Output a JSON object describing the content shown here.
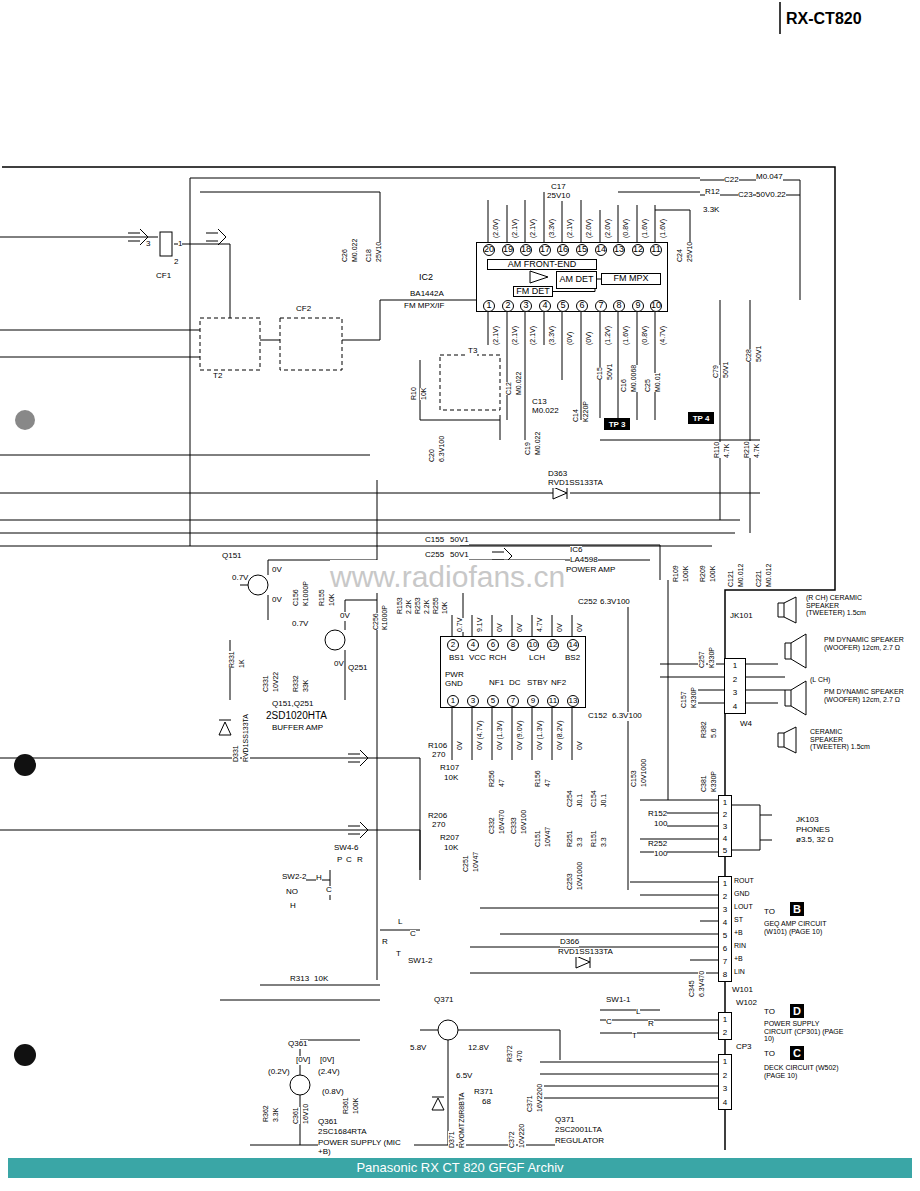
{
  "diagram": {
    "caption": "Panasonic RX CT 820 GFGF Archiv",
    "nodes": [
      {
        "text": [
          "IC2"
        ]
      },
      {
        "text": [
          "AM FRONT-END"
        ],
        "in": 0
      },
      {
        "text": [
          "FM MPX"
        ],
        "in": 0
      },
      {
        "text": [
          "AM DET"
        ],
        "in": 0
      },
      {
        "text": [
          "FM DET"
        ],
        "in": 0
      },
      {
        "text": [
          "20"
        ],
        "in": 0
      },
      {
        "text": [
          "19"
        ],
        "in": 0
      },
      {
        "text": [
          "18"
        ],
        "in": 0
      },
      {
        "text": [
          "17"
        ],
        "in": 0
      },
      {
        "text": [
          "16"
        ],
        "in": 0
      },
      {
        "text": [
          "15"
        ],
        "in": 0
      },
      {
        "text": [
          "14"
        ],
        "in": 0
      },
      {
        "text": [
          "13"
        ],
        "in": 0
      },
      {
        "text": [
          "12"
        ],
        "in": 0
      },
      {
        "text": [
          "11"
        ],
        "in": 0
      },
      {
        "text": [
          "1"
        ],
        "in": 0
      },
      {
        "text": [
          "2"
        ],
        "in": 0
      },
      {
        "text": [
          "3"
        ],
        "in": 0
      },
      {
        "text": [
          "4"
        ],
        "in": 0
      },
      {
        "text": [
          "5"
        ],
        "in": 0
      },
      {
        "text": [
          "6"
        ],
        "in": 0
      },
      {
        "text": [
          "7"
        ],
        "in": 0
      },
      {
        "text": [
          "8"
        ],
        "in": 0
      },
      {
        "text": [
          "9"
        ],
        "in": 0
      },
      {
        "text": [
          "10"
        ],
        "in": 0
      },
      {
        "text": [
          "BS1",
          "VCC",
          "RCH",
          "LCH",
          "BS2",
          "PWR GND",
          "NF1",
          "DC",
          "STBY",
          "NF2"
        ]
      },
      {
        "text": [
          "2"
        ],
        "in": 25
      },
      {
        "text": [
          "4"
        ],
        "in": 25
      },
      {
        "text": [
          "6"
        ],
        "in": 25
      },
      {
        "text": [
          "8"
        ],
        "in": 25
      },
      {
        "text": [
          "10"
        ],
        "in": 25
      },
      {
        "text": [
          "12"
        ],
        "in": 25
      },
      {
        "text": [
          "14"
        ],
        "in": 25
      },
      {
        "text": [
          "1"
        ],
        "in": 25
      },
      {
        "text": [
          "3"
        ],
        "in": 25
      },
      {
        "text": [
          "5"
        ],
        "in": 25
      },
      {
        "text": [
          "7"
        ],
        "in": 25
      },
      {
        "text": [
          "9"
        ],
        "in": 25
      },
      {
        "text": [
          "11"
        ],
        "in": 25
      },
      {
        "text": [
          "13"
        ],
        "in": 25
      },
      {
        "text": [
          "TP 3"
        ]
      },
      {
        "text": [
          "TP 4"
        ]
      },
      {
        "text": [
          "B"
        ]
      },
      {
        "text": [
          "D"
        ]
      },
      {
        "text": [
          "C"
        ]
      },
      {
        "text": [
          "1",
          "2",
          "3",
          "4"
        ]
      },
      {
        "text": [
          "1",
          "2",
          "3",
          "4",
          "5"
        ]
      },
      {
        "text": [
          "1",
          "2",
          "3",
          "4",
          "5",
          "6",
          "7",
          "8"
        ]
      },
      {
        "text": [
          "1",
          "2"
        ]
      },
      {
        "text": [
          "1",
          "2",
          "3",
          "4"
        ]
      }
    ],
    "edges": [
      {
        "from": 4,
        "to": 2,
        "arrow": "none"
      }
    ],
    "labels": [
      "RX-CT820",
      "CF1",
      "3",
      "1",
      "2",
      "T2",
      "CF2",
      "R12",
      "3.3K",
      "C22",
      "M0.047",
      "C23",
      "50V0.22",
      "C17",
      "25V10",
      "C26",
      "M0.022",
      "C18",
      "25V10",
      "C24",
      "25V10",
      "(2.0V)",
      "(2.1V)",
      "(2.1V)",
      "(3.3V)",
      "(2.1V)",
      "(2.0V)",
      "(2.0V)",
      "(0.8V)",
      "(1.6V)",
      "(1.6V)",
      "(2.1V)",
      "(2.1V)",
      "(2.1V)",
      "(3.3V)",
      "(0V)",
      "(0V)",
      "(1.2V)",
      "(1.6V)",
      "(0.8V)",
      "(4.7V)",
      "BA1442A",
      "FM MPX/IF",
      "T3",
      "R10",
      "10K",
      "C20",
      "6.3V100",
      "C12",
      "M0.022",
      "C13",
      "M0.022",
      "C19",
      "M0.022",
      "C15",
      "50V1",
      "C14",
      "K220P",
      "C16",
      "M0.0068",
      "C25",
      "M0.01",
      "C79",
      "50V1",
      "C28",
      "50V1",
      "R110",
      "4.7K",
      "R210",
      "4.7K",
      "D363",
      "RVD1SS133TA",
      "IC6",
      "LA4598",
      "POWER AMP",
      "C155",
      "50V1",
      "C255",
      "50V1",
      "R109",
      "100K",
      "R209",
      "100K",
      "C121",
      "M0.012",
      "C221",
      "M0.012",
      "Q151",
      "0.7V",
      "0V",
      "0V",
      "C156",
      "K1000P",
      "R155",
      "10K",
      "0V",
      "0.7V",
      "C256",
      "K1000P",
      "R153",
      "2.2K",
      "R253",
      "2.2K",
      "R255",
      "10K",
      "0V",
      "C331",
      "10V22",
      "R332",
      "33K",
      "Q251",
      "R331",
      "1K",
      "Q151,Q251",
      "2SD1020HTA",
      "BUFFER AMP",
      "D331",
      "RVD1SS133TA",
      "C252",
      "6.3V100",
      "0.7V",
      "9.1V",
      "0V",
      "0V",
      "4.7V",
      "0V",
      "0V",
      "0V",
      "0V (4.7V)",
      "0V (1.3V)",
      "0V (9.0V)",
      "0V (1.3V)",
      "0V (8.2V)",
      "0V",
      "C152",
      "6.3V100",
      "R106",
      "270",
      "R107",
      "10K",
      "R256",
      "47",
      "C332",
      "16V470",
      "C333",
      "16V100",
      "C251",
      "10V47",
      "R156",
      "47",
      "C151",
      "10V47",
      "C254",
      "J0.1",
      "C154",
      "J0.1",
      "R251",
      "3.3",
      "R151",
      "3.3",
      "C153",
      "10V1000",
      "C253",
      "10V1000",
      "R152",
      "100",
      "R252",
      "100",
      "C157",
      "K330P",
      "C257",
      "K330P",
      "R382",
      "5.6",
      "C381",
      "K330P",
      "JK101",
      "W4",
      "(R CH) CERAMIC SPEAKER (TWEETER) 1.5cm",
      "PM DYNAMIC SPEAKER (WOOFER) 12cm, 2.7 Ω",
      "(L CH)",
      "PM DYNAMIC SPEAKER (WOOFER) 12cm, 2.7 Ω",
      "CERAMIC SPEAKER (TWEETER) 1.5cm",
      "JK103",
      "PHONES",
      "ø3.5, 32 Ω",
      "ROUT",
      "GND",
      "LOUT",
      "ST",
      "+B",
      "RIN",
      "+B",
      "LIN",
      "TO",
      "GEQ AMP CIRCUIT (W101) (PAGE 10)",
      "W101",
      "W102",
      "TO",
      "POWER SUPPLY CIRCUIT (CP301) (PAGE 10)",
      "CP3",
      "TO",
      "DECK CIRCUIT (W502) (PAGE 10)",
      "C345",
      "6.3V470",
      "D366",
      "RVD1SS133TA",
      "SW4-6",
      "P",
      "C",
      "R",
      "SW2-2",
      "H",
      "NO",
      "C",
      "H",
      "R206",
      "270",
      "R207",
      "10K",
      "L",
      "C",
      "R",
      "T",
      "SW1-2",
      "R313",
      "10K",
      "Q371",
      "5.8V",
      "12.8V",
      "6.5V",
      "R371",
      "68",
      "R372",
      "470",
      "C371",
      "16V2200",
      "C372",
      "10V220",
      "D371",
      "RVOMTZ6R8BTA",
      "Q371",
      "2SC2001LTA",
      "REGULATOR",
      "SW1-1",
      "L",
      "C",
      "R",
      "T",
      "Q361",
      "[0V]",
      "[0V]",
      "(0.2V)",
      "(2.4V)",
      "(0.8V)",
      "R362",
      "3.3K",
      "C361",
      "16V10",
      "R361",
      "100K",
      "Q361",
      "2SC1684RTA",
      "POWER SUPPLY (MIC +B)",
      "www.radiofans.cn"
    ]
  }
}
